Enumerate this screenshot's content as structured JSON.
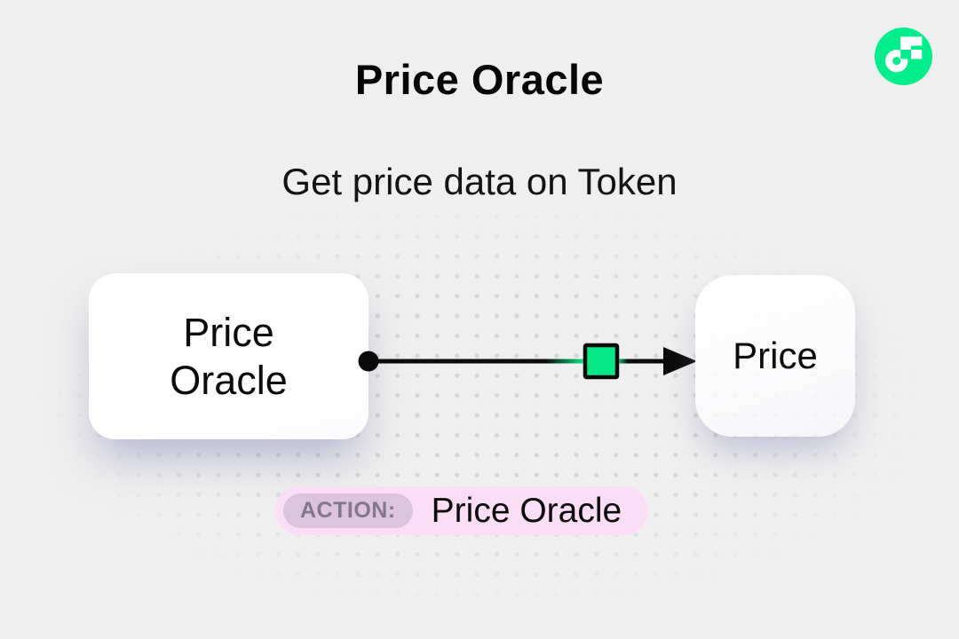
{
  "header": {
    "title": "Price Oracle",
    "subtitle": "Get price data on Token"
  },
  "logo": {
    "name": "flow-logo",
    "circle_color": "#00ef8b",
    "glyph_color": "#ffffff"
  },
  "diagram": {
    "source_node": {
      "label": "Price Oracle",
      "label_lines": "Price\nOracle"
    },
    "target_node": {
      "label": "Price"
    },
    "connector": {
      "line_color": "#0b0b0b",
      "square_color": "#06e986",
      "start_marker": "black-dot",
      "end_marker": "black-arrowhead"
    }
  },
  "action": {
    "label": "ACTION:",
    "value": "Price Oracle",
    "badge_bg": "#fbddf6",
    "label_bg": "#dcc4da",
    "label_color": "#83778a"
  },
  "background": {
    "base": "#efefef",
    "dot_color": "#d6d6d6"
  }
}
